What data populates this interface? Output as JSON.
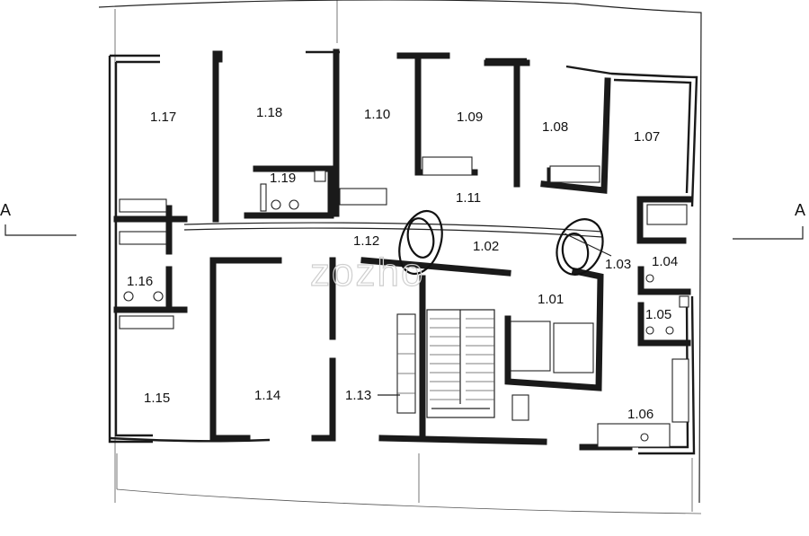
{
  "plan": {
    "rooms": [
      {
        "id": "r117",
        "label": "1.17"
      },
      {
        "id": "r118",
        "label": "1.18"
      },
      {
        "id": "r110",
        "label": "1.10"
      },
      {
        "id": "r109",
        "label": "1.09"
      },
      {
        "id": "r108",
        "label": "1.08"
      },
      {
        "id": "r107",
        "label": "1.07"
      },
      {
        "id": "r119",
        "label": "1.19"
      },
      {
        "id": "r111",
        "label": "1.11"
      },
      {
        "id": "r112",
        "label": "1.12"
      },
      {
        "id": "r102",
        "label": "1.02"
      },
      {
        "id": "r103",
        "label": "1.03"
      },
      {
        "id": "r104",
        "label": "1.04"
      },
      {
        "id": "r116",
        "label": "1.16"
      },
      {
        "id": "r101",
        "label": "1.01"
      },
      {
        "id": "r105",
        "label": "1.05"
      },
      {
        "id": "r115",
        "label": "1.15"
      },
      {
        "id": "r114",
        "label": "1.14"
      },
      {
        "id": "r113",
        "label": "1.13"
      },
      {
        "id": "r106",
        "label": "1.06"
      }
    ],
    "section_marks": {
      "left": "A",
      "right": "A"
    },
    "watermark": "zozho"
  }
}
